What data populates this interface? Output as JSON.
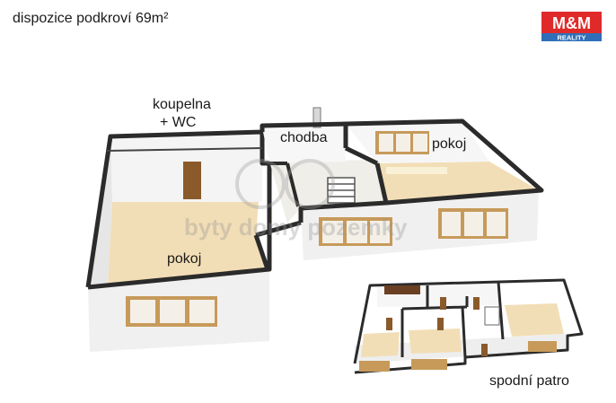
{
  "title": "dispozice podkroví 69m²",
  "logo": {
    "main": "M&M",
    "sub": "REALITY",
    "color": "#e02a2a",
    "bar_color": "#2f6fb8"
  },
  "watermark": "byty domy pozemky",
  "rooms": {
    "bathroom_line1": "koupelna",
    "bathroom_line2": "+ WC",
    "hallway": "chodba",
    "room_right": "pokoj",
    "room_left": "pokoj"
  },
  "lower_floor_caption": "spodní patro",
  "colors": {
    "floor": "#f2deb6",
    "wall_top": "#2b2b2b",
    "wall_face": "#f1f1f1",
    "window": "#c79a5a",
    "door": "#8a5a2b"
  }
}
